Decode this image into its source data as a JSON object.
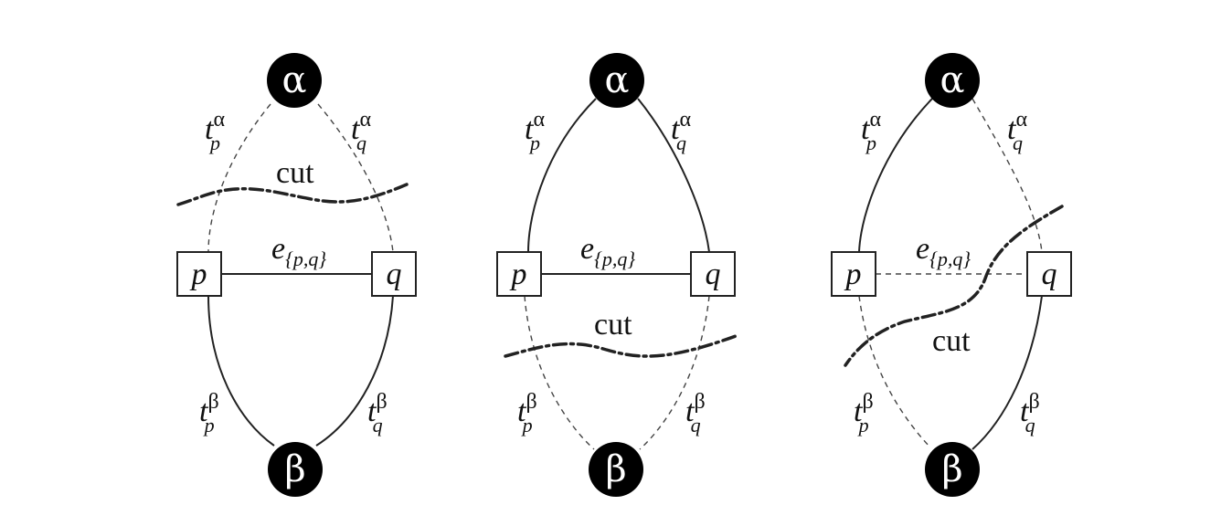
{
  "panels": [
    {
      "source_label": "α",
      "sink_label": "β",
      "node_p_label": "p",
      "node_q_label": "q",
      "t_p_alpha": {
        "base": "t",
        "sup": "α",
        "sub": "p"
      },
      "t_q_alpha": {
        "base": "t",
        "sup": "α",
        "sub": "q"
      },
      "t_p_beta": {
        "base": "t",
        "sup": "β",
        "sub": "p"
      },
      "t_q_beta": {
        "base": "t",
        "sup": "β",
        "sub": "q"
      },
      "e_pq": {
        "base": "e",
        "sub": "{p,q}"
      },
      "cut_label": "cut",
      "edge_styles": {
        "t_p_alpha": "dashed",
        "t_q_alpha": "dashed",
        "t_p_beta": "solid",
        "t_q_beta": "solid",
        "e_pq": "solid"
      }
    },
    {
      "source_label": "α",
      "sink_label": "β",
      "node_p_label": "p",
      "node_q_label": "q",
      "t_p_alpha": {
        "base": "t",
        "sup": "α",
        "sub": "p"
      },
      "t_q_alpha": {
        "base": "t",
        "sup": "α",
        "sub": "q"
      },
      "t_p_beta": {
        "base": "t",
        "sup": "β",
        "sub": "p"
      },
      "t_q_beta": {
        "base": "t",
        "sup": "β",
        "sub": "q"
      },
      "e_pq": {
        "base": "e",
        "sub": "{p,q}"
      },
      "cut_label": "cut",
      "edge_styles": {
        "t_p_alpha": "solid",
        "t_q_alpha": "solid",
        "t_p_beta": "dashed",
        "t_q_beta": "dashed",
        "e_pq": "solid"
      }
    },
    {
      "source_label": "α",
      "sink_label": "β",
      "node_p_label": "p",
      "node_q_label": "q",
      "t_p_alpha": {
        "base": "t",
        "sup": "α",
        "sub": "p"
      },
      "t_q_alpha": {
        "base": "t",
        "sup": "α",
        "sub": "q"
      },
      "t_p_beta": {
        "base": "t",
        "sup": "β",
        "sub": "p"
      },
      "t_q_beta": {
        "base": "t",
        "sup": "β",
        "sub": "q"
      },
      "e_pq": {
        "base": "e",
        "sub": "{p,q}"
      },
      "cut_label": "cut",
      "edge_styles": {
        "t_p_alpha": "solid",
        "t_q_alpha": "dashed",
        "t_p_beta": "dashed",
        "t_q_beta": "solid",
        "e_pq": "dashed"
      }
    }
  ]
}
